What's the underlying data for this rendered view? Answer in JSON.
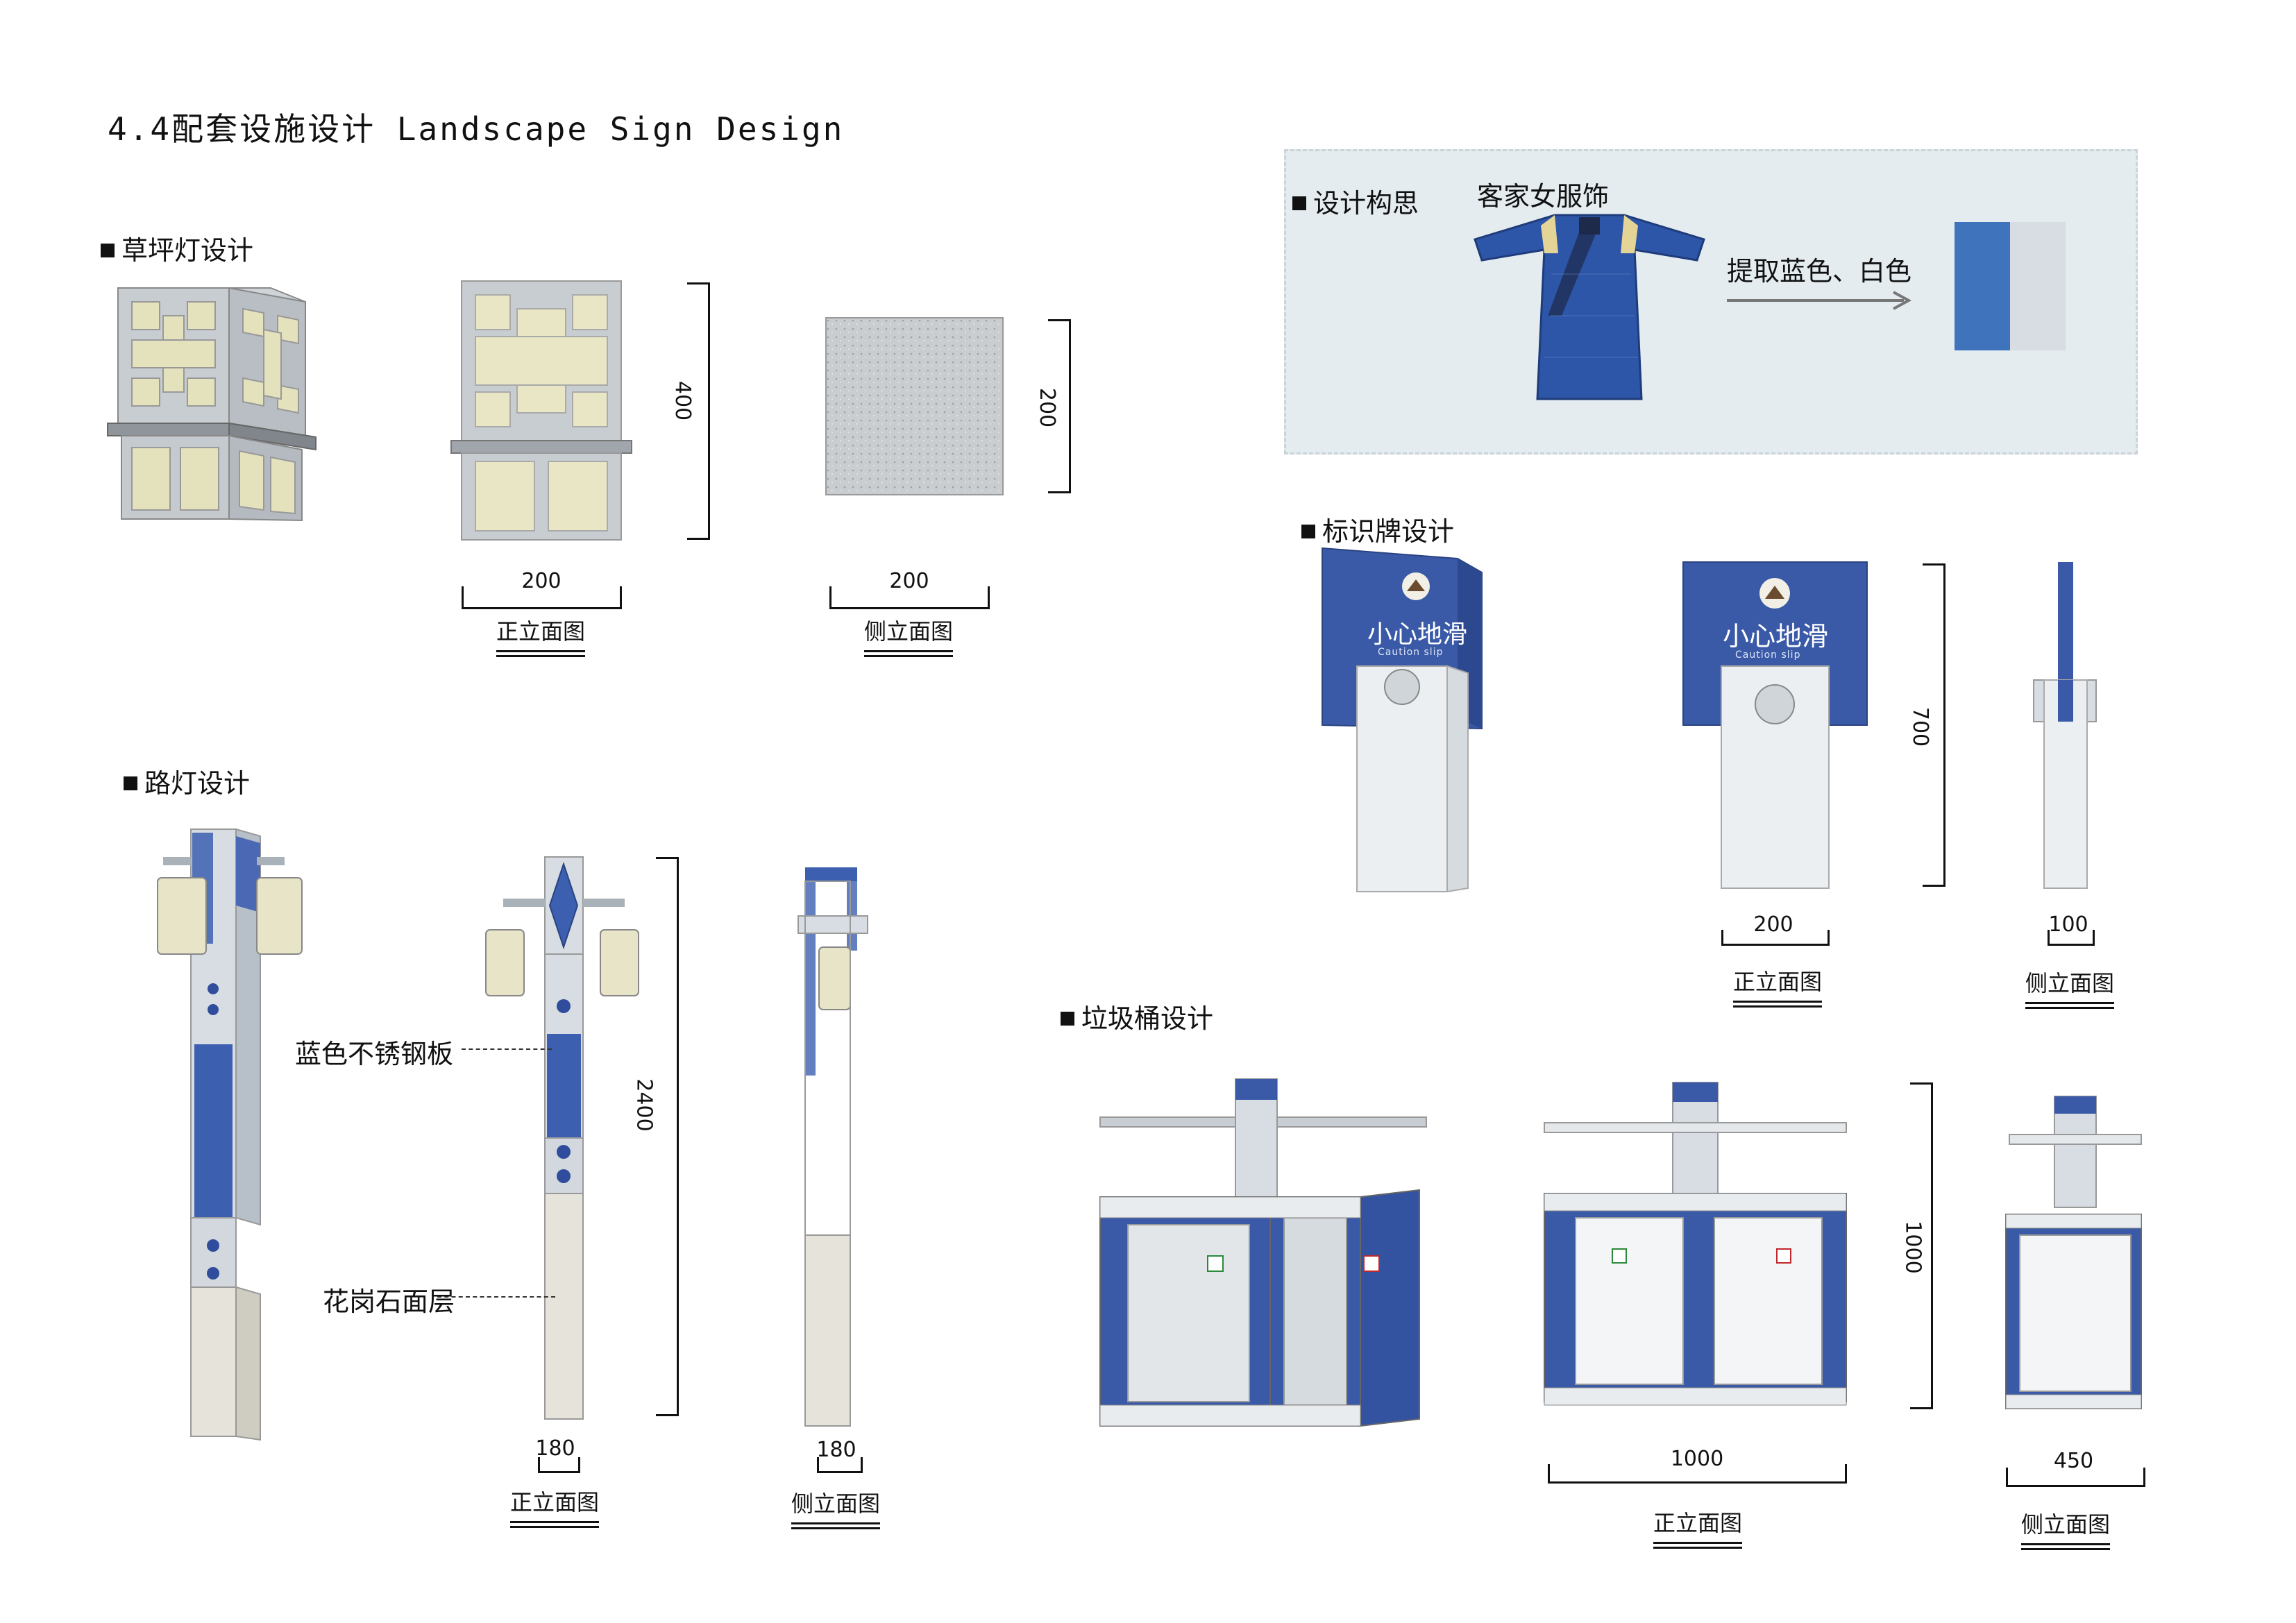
{
  "title": "4.4配套设施设计 Landscape Sign Design",
  "sections": {
    "lawn_light": "草坪灯设计",
    "street_light": "路灯设计",
    "sign": "标识牌设计",
    "trash": "垃圾桶设计",
    "concept": "设计构思"
  },
  "concept": {
    "costume_label": "客家女服饰",
    "extract_label": "提取蓝色、白色",
    "colors": [
      "#3f74bd",
      "#d7dde2"
    ]
  },
  "views": {
    "front": "正立面图",
    "side": "侧立面图"
  },
  "lawn_light": {
    "front_width": "200",
    "front_height": "400",
    "side_width": "200",
    "side_height": "200"
  },
  "street_light": {
    "height": "2400",
    "front_width": "180",
    "side_width": "180",
    "note_steel": "蓝色不锈钢板",
    "note_granite": "花岗石面层"
  },
  "sign": {
    "text_cn": "小心地滑",
    "text_en": "Caution slip",
    "height": "700",
    "front_width": "200",
    "side_width": "100"
  },
  "trash": {
    "height": "1000",
    "front_width": "1000",
    "side_width": "450"
  }
}
